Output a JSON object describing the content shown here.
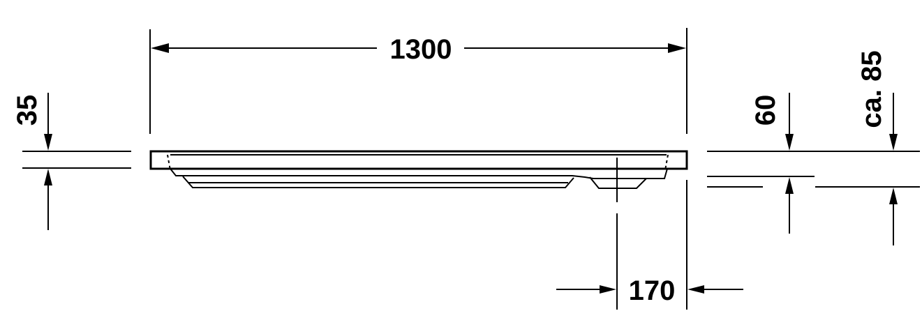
{
  "dimensions": {
    "width_total": "1300",
    "height_left": "35",
    "height_right_inner": "60",
    "height_right_outer": "ca. 85",
    "drain_offset": "170"
  },
  "colors": {
    "line": "#000000",
    "background": "#ffffff"
  }
}
